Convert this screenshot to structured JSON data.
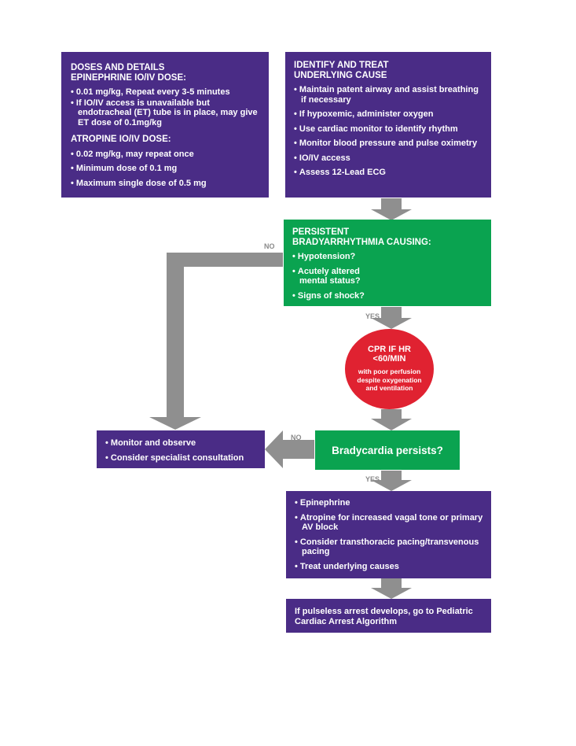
{
  "doses": {
    "heading1": "DOSES AND DETAILS",
    "heading2": "EPINEPHRINE IO/IV DOSE:",
    "epi_items": [
      "0.01 mg/kg, Repeat every 3-5 minutes",
      "If IO/IV access is unavailable but endotracheal (ET) tube is in place, may give ET dose of 0.1mg/kg"
    ],
    "atropine_heading": "ATROPINE IO/IV DOSE:",
    "atropine_items": [
      "0.02 mg/kg, may repeat once",
      "Minimum dose of 0.1 mg",
      "Maximum single dose of 0.5 mg"
    ]
  },
  "identify": {
    "heading1": "IDENTIFY AND TREAT",
    "heading2": "UNDERLYING CAUSE",
    "items": [
      "Maintain patent airway and assist breathing if necessary",
      "If hypoxemic, administer oxygen",
      "Use cardiac monitor to identify rhythm",
      "Monitor blood pressure and pulse oximetry",
      "IO/IV access",
      "Assess 12-Lead ECG"
    ]
  },
  "persistent": {
    "heading1": "PERSISTENT",
    "heading2": "BRADYARRHYTHMIA CAUSING:",
    "items": [
      "Hypotension?",
      "Acutely altered mental status?",
      "Signs of shock?"
    ]
  },
  "cpr": {
    "line1": "CPR IF HR",
    "line2": "<60/MIN",
    "detail": "with poor perfusion despite oxygenation and ventilation"
  },
  "bradycardia": {
    "label": "Bradycardia persists?"
  },
  "monitor": {
    "items": [
      "Monitor and observe",
      "Consider specialist consultation"
    ]
  },
  "treatment": {
    "items": [
      "Epinephrine",
      "Atropine for increased vagal tone or primary AV block",
      "Consider transthoracic pacing/transvenous pacing",
      "Treat underlying causes"
    ]
  },
  "arrest": {
    "text": "If pulseless arrest develops, go to Pediatric Cardiac Arrest Algorithm"
  },
  "labels": {
    "no1": "NO",
    "yes1": "YES",
    "no2": "NO",
    "yes2": "YES"
  },
  "colors": {
    "purple": "#4a2c86",
    "green": "#0aa350",
    "red": "#e02231",
    "arrow": "#8f8f8f"
  }
}
